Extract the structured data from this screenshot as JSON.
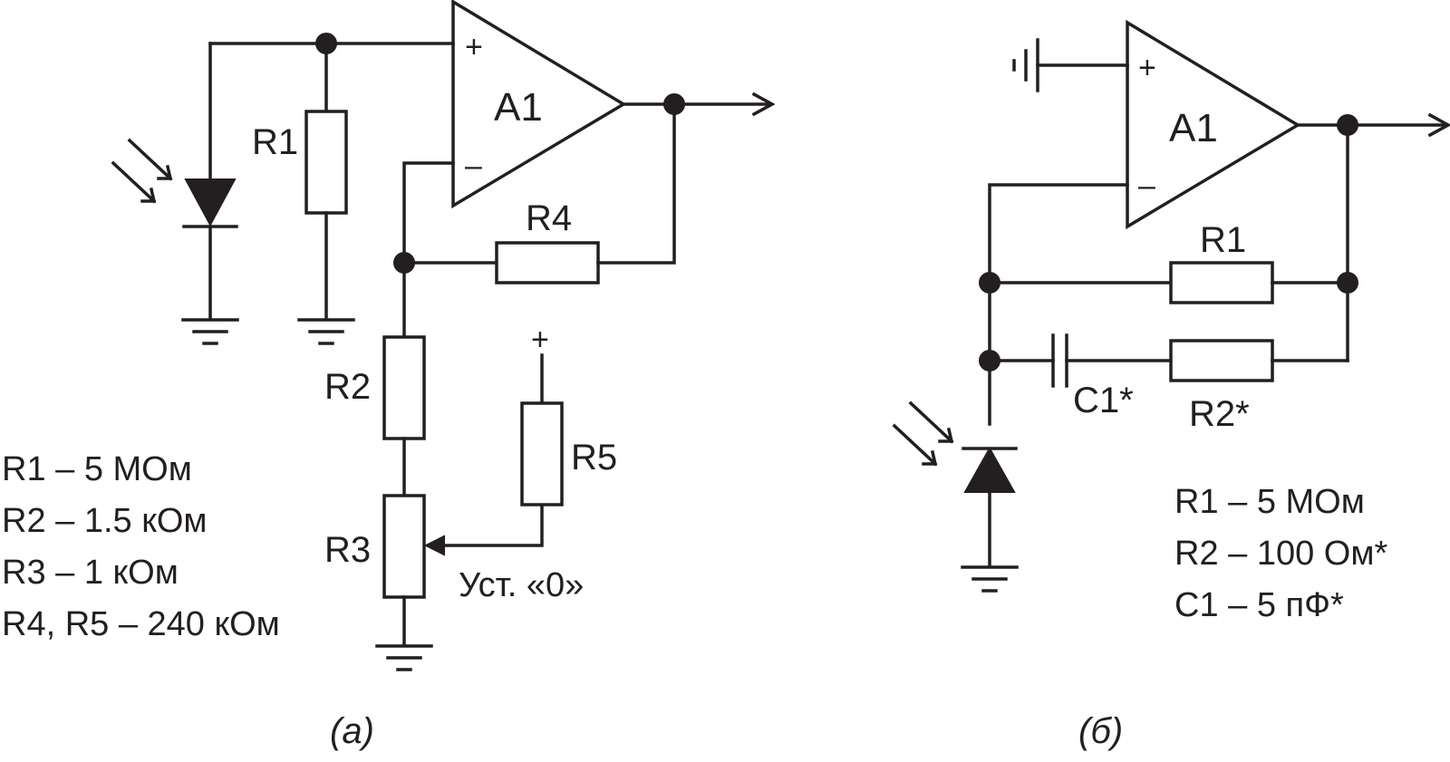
{
  "colors": {
    "ink": "#231f20",
    "background": "#ffffff"
  },
  "circuit_a": {
    "caption": "(а)",
    "opamp": {
      "label": "A1",
      "plus": "+",
      "minus": "–"
    },
    "resistors": {
      "r1": "R1",
      "r2": "R2",
      "r3": "R3",
      "r4": "R4",
      "r5": "R5"
    },
    "supply_sign": "+",
    "trim_label": "Уст. «0»",
    "values": [
      "R1 – 5 МОм",
      "R2 – 1.5 кОм",
      "R3 – 1 кОм",
      "R4, R5 – 240 кОм"
    ]
  },
  "circuit_b": {
    "caption": "(б)",
    "opamp": {
      "label": "A1",
      "plus": "+",
      "minus": "–"
    },
    "resistors": {
      "r1": "R1",
      "r2": "R2*"
    },
    "capacitor": "C1*",
    "values": [
      "R1 – 5 МОм",
      "R2 – 100 Ом*",
      "C1 – 5 пФ*"
    ]
  }
}
